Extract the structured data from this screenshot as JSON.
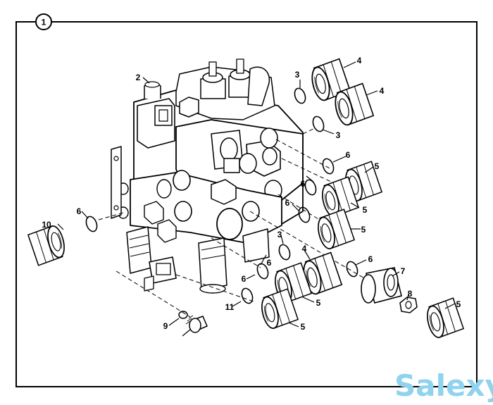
{
  "figure_badge": "1",
  "callouts": [
    "2",
    "3",
    "4",
    "4",
    "3",
    "6",
    "5",
    "6",
    "5",
    "6",
    "5",
    "10",
    "6",
    "3",
    "4",
    "6",
    "7",
    "6",
    "5",
    "8",
    "5",
    "6",
    "5",
    "11",
    "9"
  ],
  "watermark": "Salexy",
  "colors": {
    "line": "#000000",
    "paper": "#ffffff",
    "watermark": "#8fd3ee"
  }
}
